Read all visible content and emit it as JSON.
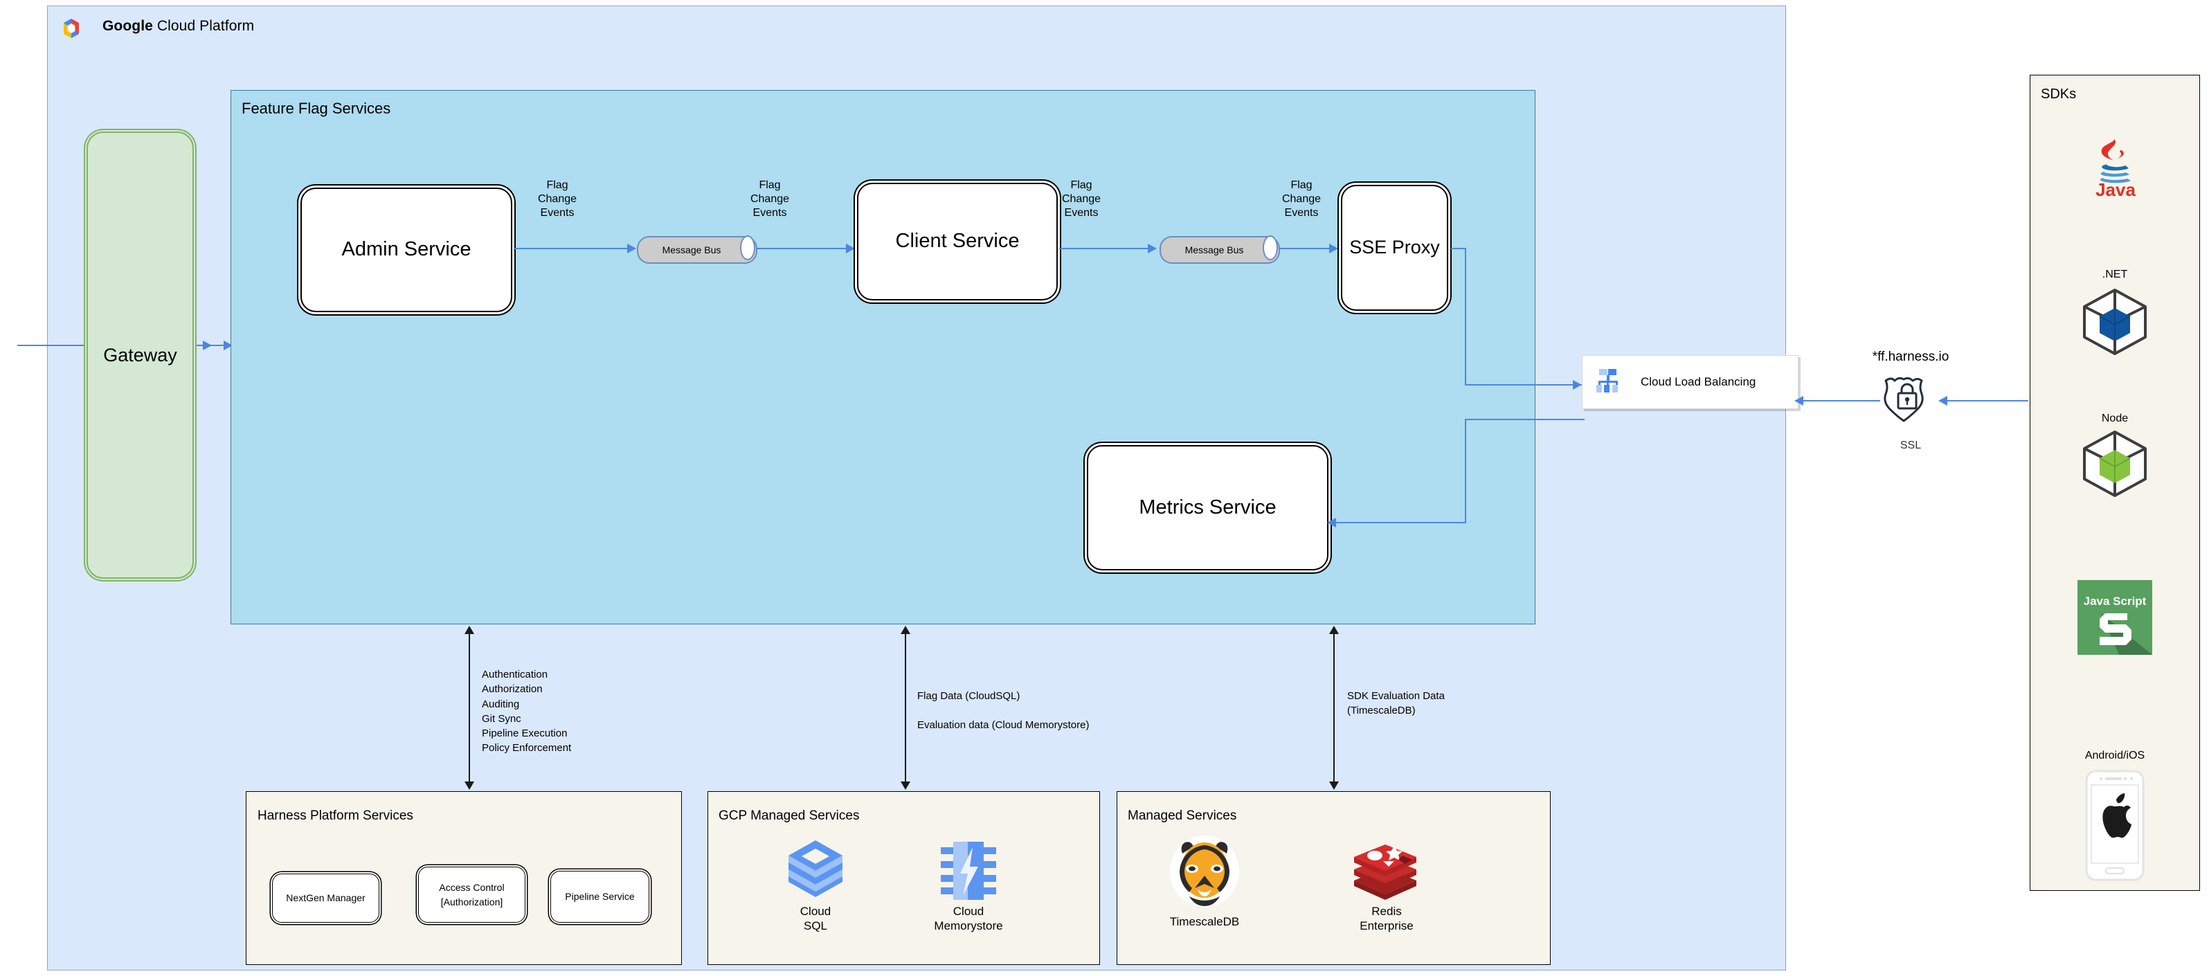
{
  "gcp": {
    "title_bold": "Google",
    "title_rest": " Cloud Platform",
    "logo_icon": "google-cloud-logo-icon"
  },
  "feature_flag_services": {
    "title": "Feature Flag Services",
    "services": {
      "admin": "Admin Service",
      "client": "Client Service",
      "sse_proxy": "SSE\nProxy",
      "metrics": "Metrics Service"
    },
    "message_bus_label": "Message Bus",
    "edge_labels": {
      "admin_to_bus": "Flag\nChange\nEvents",
      "bus_to_client": "Flag\nChange\nEvents",
      "client_to_bus": "Flag\nChange\nEvents",
      "bus_to_sse": "Flag\nChange\nEvents"
    }
  },
  "gateway": {
    "label": "Gateway"
  },
  "load_balancer": {
    "label": "Cloud Load Balancing",
    "icon": "cloud-load-balancing-icon"
  },
  "ssl": {
    "domain": "*ff.harness.io",
    "label": "SSL",
    "icon": "shield-lock-icon"
  },
  "sdks": {
    "title": "SDKs",
    "items": [
      {
        "label": "",
        "icon": "java-logo-icon",
        "caption_below": "Java"
      },
      {
        "label": ".NET",
        "icon": "dotnet-cube-icon"
      },
      {
        "label": "Node",
        "icon": "node-cube-icon"
      },
      {
        "label": "",
        "icon": "javascript-logo-icon",
        "badge_line1": "Java Script",
        "badge_letter": "S"
      },
      {
        "label": "Android/iOS",
        "icon": "mobile-phone-apple-icon"
      }
    ]
  },
  "notes": {
    "harness_flows": "Authentication\nAuthorization\nAuditing\nGit Sync\nPipeline Execution\nPolicy Enforcement",
    "gcp_flow_1": "Flag Data (CloudSQL)",
    "gcp_flow_2": "Evaluation data (Cloud Memorystore)",
    "managed_flow": "SDK Evaluation Data\n(TimescaleDB)"
  },
  "bottom_panels": {
    "harness": {
      "title": "Harness Platform Services",
      "services": [
        "NextGen Manager",
        "Access Control\n[Authorization]",
        "Pipeline Service"
      ]
    },
    "gcp_managed": {
      "title": "GCP Managed Services",
      "services": [
        {
          "caption": "Cloud\nSQL",
          "icon": "cloud-sql-icon"
        },
        {
          "caption": "Cloud\nMemorystore",
          "icon": "cloud-memorystore-icon"
        }
      ]
    },
    "managed": {
      "title": "Managed Services",
      "services": [
        {
          "caption": "TimescaleDB",
          "icon": "timescaledb-tiger-icon"
        },
        {
          "caption": "Redis\nEnterprise",
          "icon": "redis-icon"
        }
      ]
    }
  },
  "colors": {
    "gcp_bg": "#dae8fc",
    "ffs_bg": "#aedcf0",
    "panel_bg": "#f7f4ec",
    "gateway_bg": "#d5e8d4",
    "connector_blue": "#4d86e0",
    "msgbus_gray": "#cccccc"
  }
}
